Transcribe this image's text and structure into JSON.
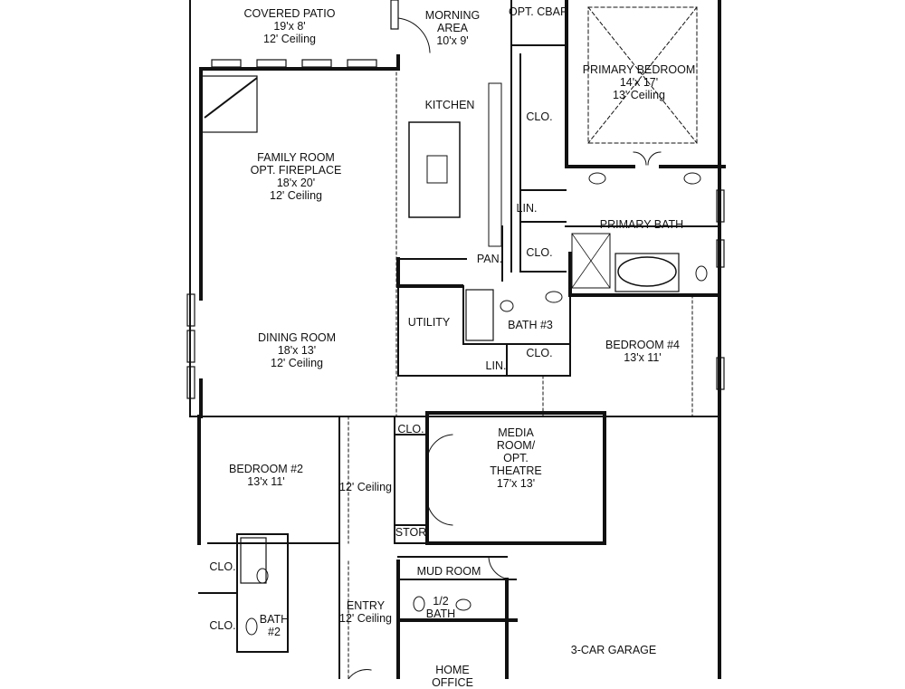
{
  "plan": {
    "rooms": [
      {
        "key": "covered_patio",
        "lines": [
          "COVERED PATIO",
          "19'x 8'",
          "12' Ceiling"
        ]
      },
      {
        "key": "morning_area",
        "lines": [
          "MORNING",
          "AREA",
          "10'x 9'"
        ]
      },
      {
        "key": "opt_cbar",
        "lines": [
          "OPT. CBAR"
        ]
      },
      {
        "key": "primary_bedroom",
        "lines": [
          "PRIMARY BEDROOM",
          "14'x 17'",
          "13' Ceiling"
        ]
      },
      {
        "key": "kitchen",
        "lines": [
          "KITCHEN"
        ]
      },
      {
        "key": "clo_primary_1",
        "lines": [
          "CLO."
        ]
      },
      {
        "key": "family_room",
        "lines": [
          "FAMILY ROOM",
          "OPT. FIREPLACE",
          "18'x 20'",
          "12' Ceiling"
        ]
      },
      {
        "key": "lin_primary",
        "lines": [
          "LIN."
        ]
      },
      {
        "key": "primary_bath",
        "lines": [
          "PRIMARY BATH"
        ]
      },
      {
        "key": "clo_primary_2",
        "lines": [
          "CLO."
        ]
      },
      {
        "key": "pan",
        "lines": [
          "PAN."
        ]
      },
      {
        "key": "utility",
        "lines": [
          "UTILITY"
        ]
      },
      {
        "key": "bath3",
        "lines": [
          "BATH #3"
        ]
      },
      {
        "key": "clo_bed4",
        "lines": [
          "CLO."
        ]
      },
      {
        "key": "bedroom4",
        "lines": [
          "BEDROOM #4",
          "13'x 11'"
        ]
      },
      {
        "key": "dining_room",
        "lines": [
          "DINING ROOM",
          "18'x 13'",
          "12' Ceiling"
        ]
      },
      {
        "key": "lin_bath3",
        "lines": [
          "LIN."
        ]
      },
      {
        "key": "clo_media",
        "lines": [
          "CLO."
        ]
      },
      {
        "key": "media_room",
        "lines": [
          "MEDIA",
          "ROOM/",
          "OPT.",
          "THEATRE",
          "17'x 13'"
        ]
      },
      {
        "key": "bedroom2",
        "lines": [
          "BEDROOM #2",
          "13'x 11'"
        ]
      },
      {
        "key": "hall_ceiling",
        "lines": [
          "12' Ceiling"
        ]
      },
      {
        "key": "stor",
        "lines": [
          "STOR"
        ]
      },
      {
        "key": "clo_bed2_a",
        "lines": [
          "CLO."
        ]
      },
      {
        "key": "mud_room",
        "lines": [
          "MUD ROOM"
        ]
      },
      {
        "key": "half_bath",
        "lines": [
          "1/2",
          "BATH"
        ]
      },
      {
        "key": "entry",
        "lines": [
          "ENTRY",
          "12' Ceiling"
        ]
      },
      {
        "key": "clo_bed2_b",
        "lines": [
          "CLO."
        ]
      },
      {
        "key": "bath2",
        "lines": [
          "BATH",
          "#2"
        ]
      },
      {
        "key": "garage",
        "lines": [
          "3-CAR GARAGE"
        ]
      },
      {
        "key": "home_office",
        "lines": [
          "HOME",
          "OFFICE"
        ]
      }
    ]
  }
}
